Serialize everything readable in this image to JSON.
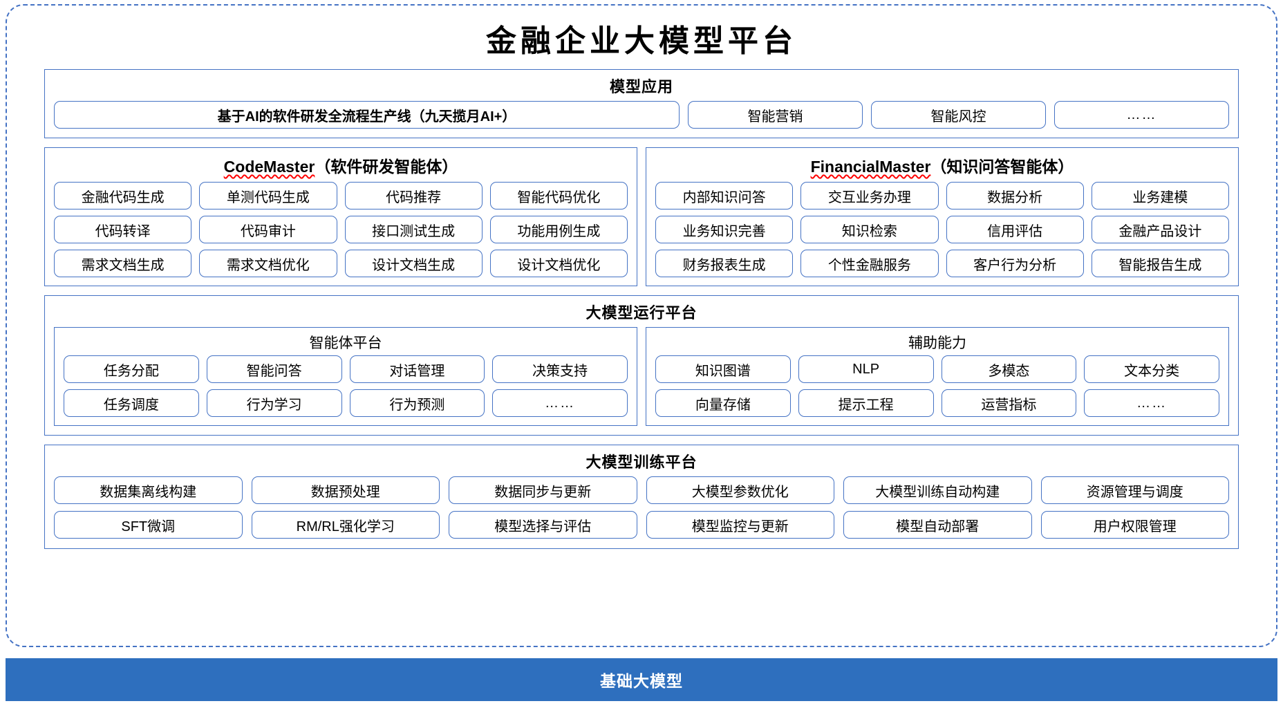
{
  "page": {
    "title": "金融企业大模型平台",
    "accent_blue": "#4472C4",
    "bar_blue": "#2E6FBE",
    "misspell_red": "#FF0000"
  },
  "model_application": {
    "title": "模型应用",
    "hero": "基于AI的软件研发全流程生产线（九天揽月AI+）",
    "apps": [
      "智能营销",
      "智能风控",
      "……"
    ]
  },
  "code_master": {
    "name": "CodeMaster",
    "suffix": "（软件研发智能体）",
    "items": [
      "金融代码生成",
      "单测代码生成",
      "代码推荐",
      "智能代码优化",
      "代码转译",
      "代码审计",
      "接口测试生成",
      "功能用例生成",
      "需求文档生成",
      "需求文档优化",
      "设计文档生成",
      "设计文档优化"
    ]
  },
  "financial_master": {
    "name": "FinancialMaster",
    "suffix": "（知识问答智能体）",
    "items": [
      "内部知识问答",
      "交互业务办理",
      "数据分析",
      "业务建模",
      "业务知识完善",
      "知识检索",
      "信用评估",
      "金融产品设计",
      "财务报表生成",
      "个性金融服务",
      "客户行为分析",
      "智能报告生成"
    ]
  },
  "runtime_platform": {
    "title": "大模型运行平台",
    "agent_platform": {
      "title": "智能体平台",
      "items": [
        "任务分配",
        "智能问答",
        "对话管理",
        "决策支持",
        "任务调度",
        "行为学习",
        "行为预测",
        "……"
      ]
    },
    "support_ability": {
      "title": "辅助能力",
      "items": [
        "知识图谱",
        "NLP",
        "多模态",
        "文本分类",
        "向量存储",
        "提示工程",
        "运营指标",
        "……"
      ]
    }
  },
  "training_platform": {
    "title": "大模型训练平台",
    "items": [
      "数据集离线构建",
      "数据预处理",
      "数据同步与更新",
      "大模型参数优化",
      "大模型训练自动构建",
      "资源管理与调度",
      "SFT微调",
      "RM/RL强化学习",
      "模型选择与评估",
      "模型监控与更新",
      "模型自动部署",
      "用户权限管理"
    ]
  },
  "base_model": {
    "label": "基础大模型"
  }
}
